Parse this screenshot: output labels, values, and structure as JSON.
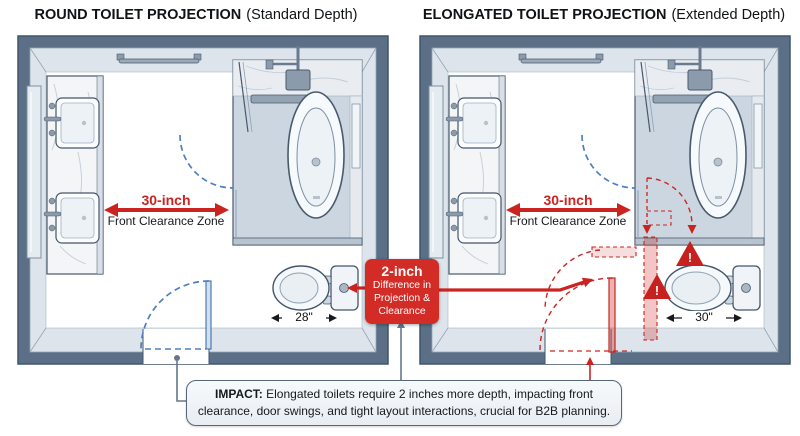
{
  "left_panel": {
    "title_bold": "ROUND TOILET PROJECTION",
    "title_normal": "(Standard Depth)",
    "clearance_value": "30-inch",
    "clearance_zone": "Front Clearance Zone",
    "toilet_width": "28\""
  },
  "right_panel": {
    "title_bold": "ELONGATED TOILET PROJECTION",
    "title_normal": "(Extended Depth)",
    "clearance_value": "30-inch",
    "clearance_zone": "Front Clearance Zone",
    "toilet_width": "30\""
  },
  "difference_badge": {
    "value": "2-inch",
    "description": "Difference in Projection & Clearance"
  },
  "warning": {
    "glyph": "!"
  },
  "impact_note": {
    "label": "IMPACT:",
    "text": "Elongated toilets require 2 inches more depth, impacting front clearance, door swings, and tight layout interactions, crucial for B2B planning."
  },
  "colors": {
    "accent_red": "#cb2420",
    "badge_red": "#d32b25",
    "warning_red": "#c6211e",
    "door_swing_blue": "#4d7fc1",
    "wall_dark": "#5b7087",
    "wall_band": "#dde4eb",
    "wet_floor": "#ccd6e0",
    "connector_gray": "#64788c"
  }
}
